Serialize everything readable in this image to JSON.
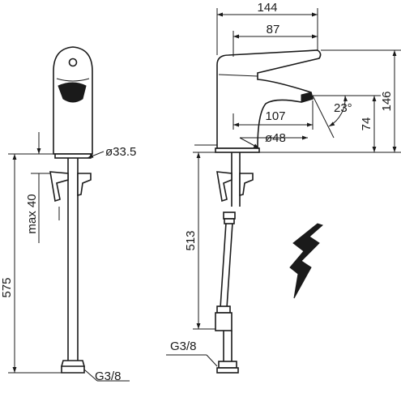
{
  "dimensions": {
    "front_height": "575",
    "front_max": "max 40",
    "front_diameter": "ø33.5",
    "front_thread": "G3/8",
    "side_width": "144",
    "side_lever": "87",
    "side_height": "146",
    "side_reach": "107",
    "side_spout_height": "74",
    "side_angle": "23°",
    "side_base_diameter": "ø48",
    "side_hose": "513",
    "side_thread": "G3/8"
  },
  "icons": {
    "electric": "lightning-bolt-icon"
  },
  "colors": {
    "line": "#1a1a1a",
    "background": "#ffffff"
  }
}
